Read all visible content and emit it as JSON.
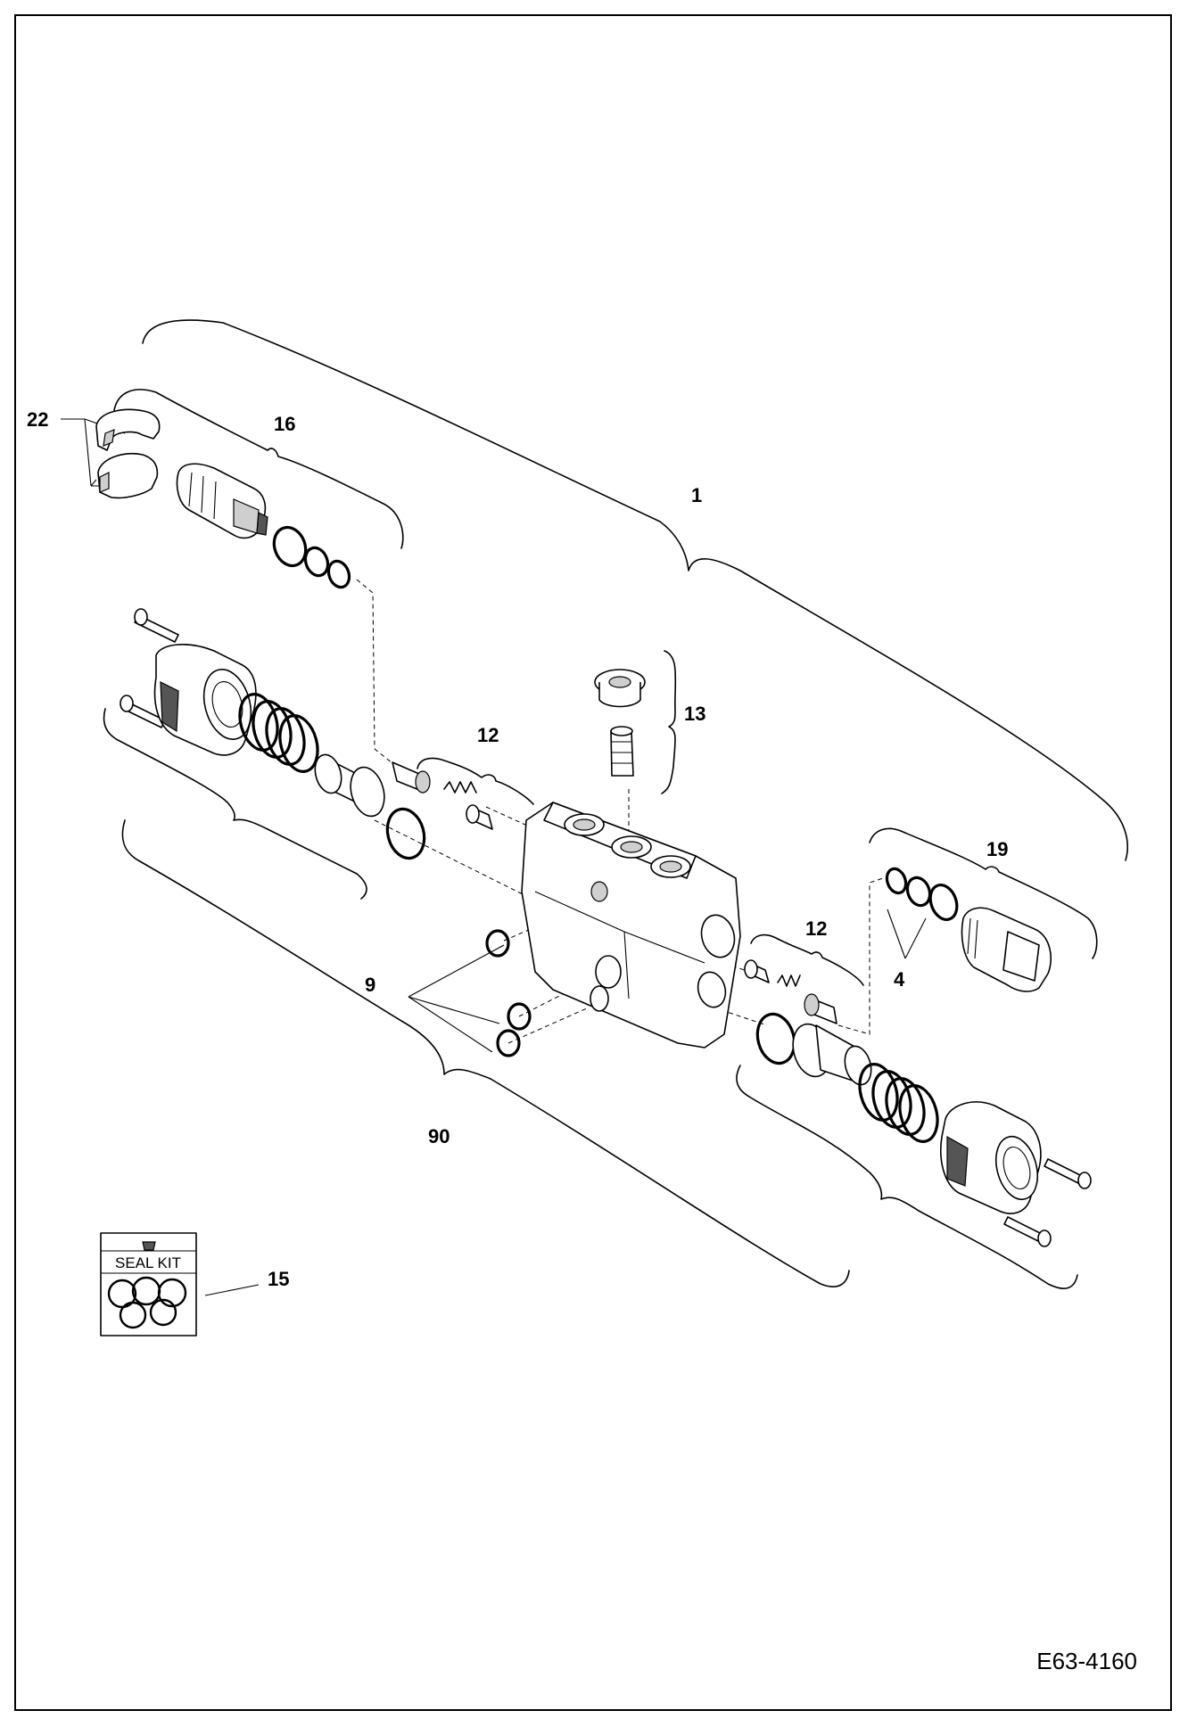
{
  "callouts": {
    "c1": "1",
    "c4": "4",
    "c9": "9",
    "c12a": "12",
    "c12b": "12",
    "c13": "13",
    "c15": "15",
    "c16": "16",
    "c19": "19",
    "c22": "22",
    "c90": "90"
  },
  "seal_kit_label": "SEAL KIT",
  "drawing_code": "E63-4160",
  "colors": {
    "line": "#000000",
    "background": "#ffffff"
  }
}
